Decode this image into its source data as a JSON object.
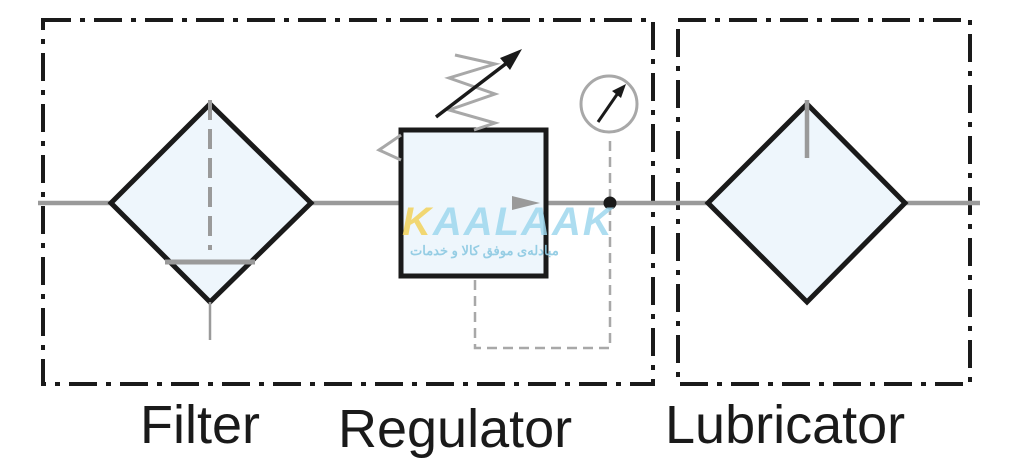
{
  "labels": {
    "filter": "Filter",
    "regulator": "Regulator",
    "lubricator": "Lubricator"
  },
  "watermark": {
    "logo_first": "K",
    "logo_rest": "AALAAK",
    "tagline": "مبادله‌ی موفق کالا و خدمات"
  },
  "colors": {
    "stroke": "#1a1a1a",
    "pipe": "#9a9a9a",
    "fill": "#eef6fc",
    "watermark": "#9fd8ee",
    "watermark_accent": "#f2d25a"
  },
  "icons": {
    "filter": "filter-diamond-icon",
    "regulator": "pressure-regulator-icon",
    "gauge": "pressure-gauge-icon",
    "lubricator": "lubricator-diamond-icon"
  }
}
